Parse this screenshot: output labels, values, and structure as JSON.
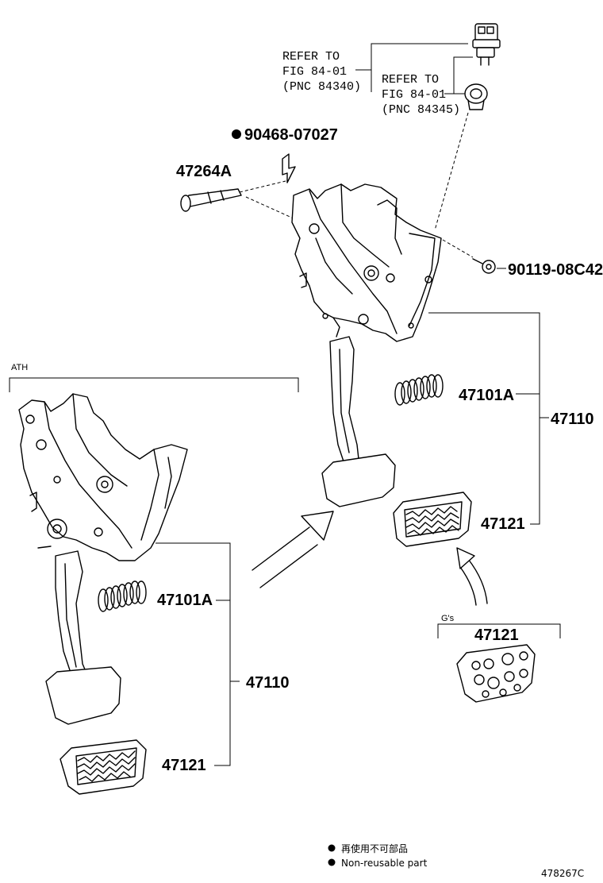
{
  "refs": {
    "ref1": [
      "REFER TO",
      "FIG 84-01",
      "(PNC 84340)"
    ],
    "ref2": [
      "REFER TO",
      "FIG 84-01",
      "(PNC 84345)"
    ]
  },
  "parts": {
    "bolt_90468": "90468-07027",
    "pin_47264A": "47264A",
    "bolt_90119": "90119-08C42",
    "spring_main": "47101A",
    "assy_main": "47110",
    "pad_main": "47121",
    "spring_ath": "47101A",
    "assy_ath": "47110",
    "pad_ath": "47121",
    "pad_gs": "47121"
  },
  "groups": {
    "ath": "ATH",
    "gs": "G's"
  },
  "legend": {
    "line1": "再使用不可部品",
    "line2": "Non-reusable part"
  },
  "figure_id": "478267C"
}
